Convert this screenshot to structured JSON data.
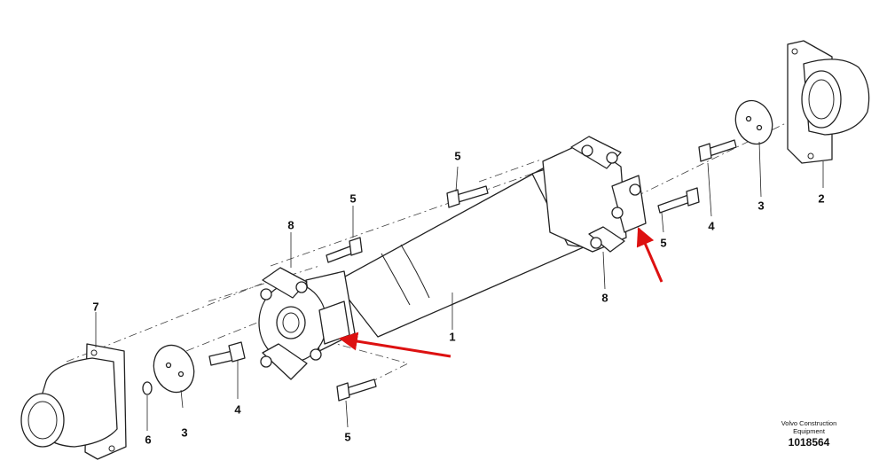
{
  "callouts": [
    {
      "id": "c1",
      "text": "1"
    },
    {
      "id": "c2",
      "text": "2"
    },
    {
      "id": "c3a",
      "text": "3"
    },
    {
      "id": "c3b",
      "text": "3"
    },
    {
      "id": "c4a",
      "text": "4"
    },
    {
      "id": "c4b",
      "text": "4"
    },
    {
      "id": "c5a",
      "text": "5"
    },
    {
      "id": "c5b",
      "text": "5"
    },
    {
      "id": "c5c",
      "text": "5"
    },
    {
      "id": "c5d",
      "text": "5"
    },
    {
      "id": "c6",
      "text": "6"
    },
    {
      "id": "c7",
      "text": "7"
    },
    {
      "id": "c8a",
      "text": "8"
    },
    {
      "id": "c8b",
      "text": "8"
    }
  ],
  "credit": {
    "line1": "Volvo Construction",
    "line2": "Equipment",
    "doc_number": "1018564"
  },
  "colors": {
    "arrow": "#dd1111",
    "ink": "#222222"
  }
}
